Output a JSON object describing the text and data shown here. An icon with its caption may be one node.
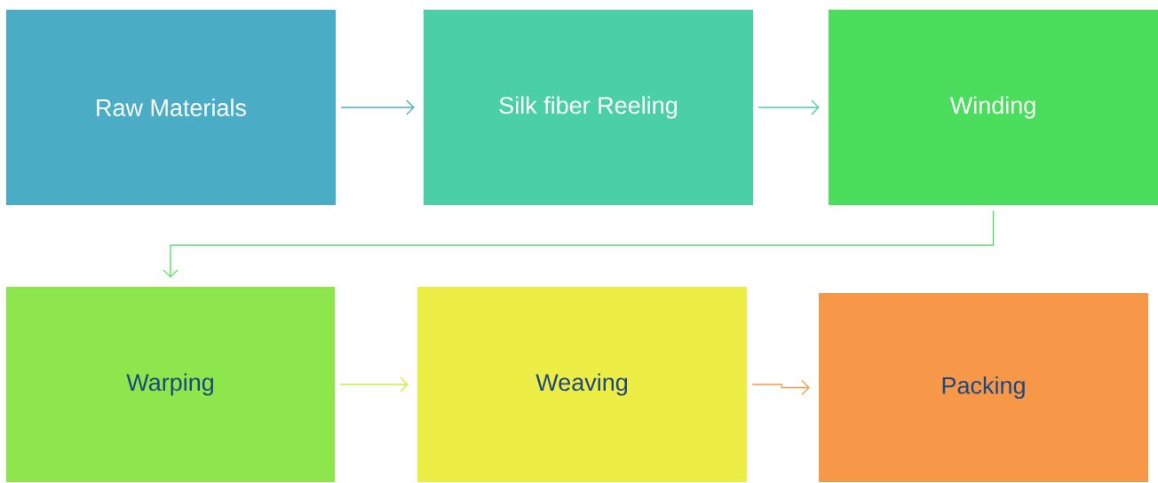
{
  "diagram": {
    "nodes": [
      {
        "text": [
          "Raw Materials"
        ]
      },
      {
        "text": [
          "Silk fiber Reeling"
        ]
      },
      {
        "text": [
          "Winding"
        ]
      },
      {
        "text": [
          "Warping"
        ]
      },
      {
        "text": [
          "Weaving"
        ]
      },
      {
        "text": [
          "Packing"
        ]
      }
    ],
    "edges": [
      {
        "from": 0,
        "to": 1,
        "arrow": "to",
        "color": "#4bacc6"
      },
      {
        "from": 1,
        "to": 2,
        "arrow": "to",
        "color": "#4bd0a5"
      },
      {
        "from": 2,
        "to": 3,
        "arrow": "to",
        "color": "#4ade5c"
      },
      {
        "from": 3,
        "to": 4,
        "arrow": "to",
        "color": "#c8ee46"
      },
      {
        "from": 4,
        "to": 5,
        "arrow": "to",
        "color": "#f79848"
      }
    ]
  }
}
